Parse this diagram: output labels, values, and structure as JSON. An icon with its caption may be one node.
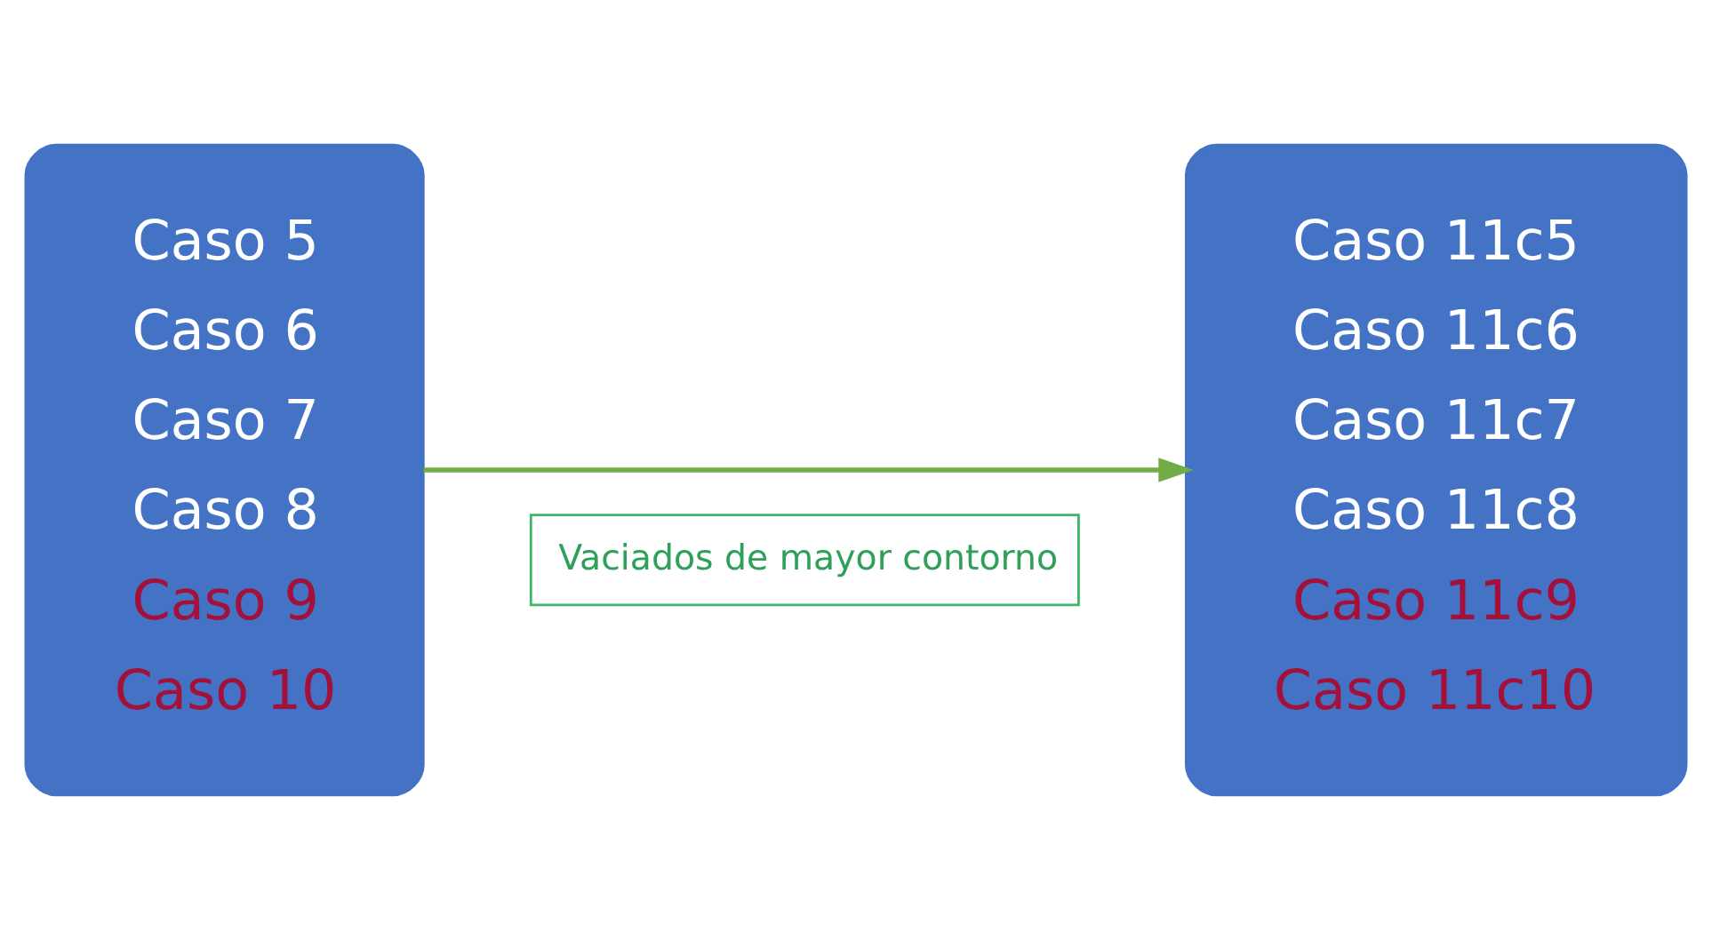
{
  "diagram": {
    "nodes": [
      {
        "text": [
          "Caso 5",
          "Caso 6",
          "Caso 7",
          "Caso 8",
          "Caso 9",
          "Caso 10"
        ]
      },
      {
        "text": [
          "Caso 11c5",
          "Caso 11c6",
          "Caso 11c7",
          "Caso 11c8",
          "Caso 11c9",
          "Caso 11c10"
        ]
      },
      {
        "text": [
          "Vaciados de mayor contorno"
        ]
      }
    ],
    "edges": [
      {
        "from": 0,
        "to": 1,
        "arrow": "to"
      }
    ]
  }
}
